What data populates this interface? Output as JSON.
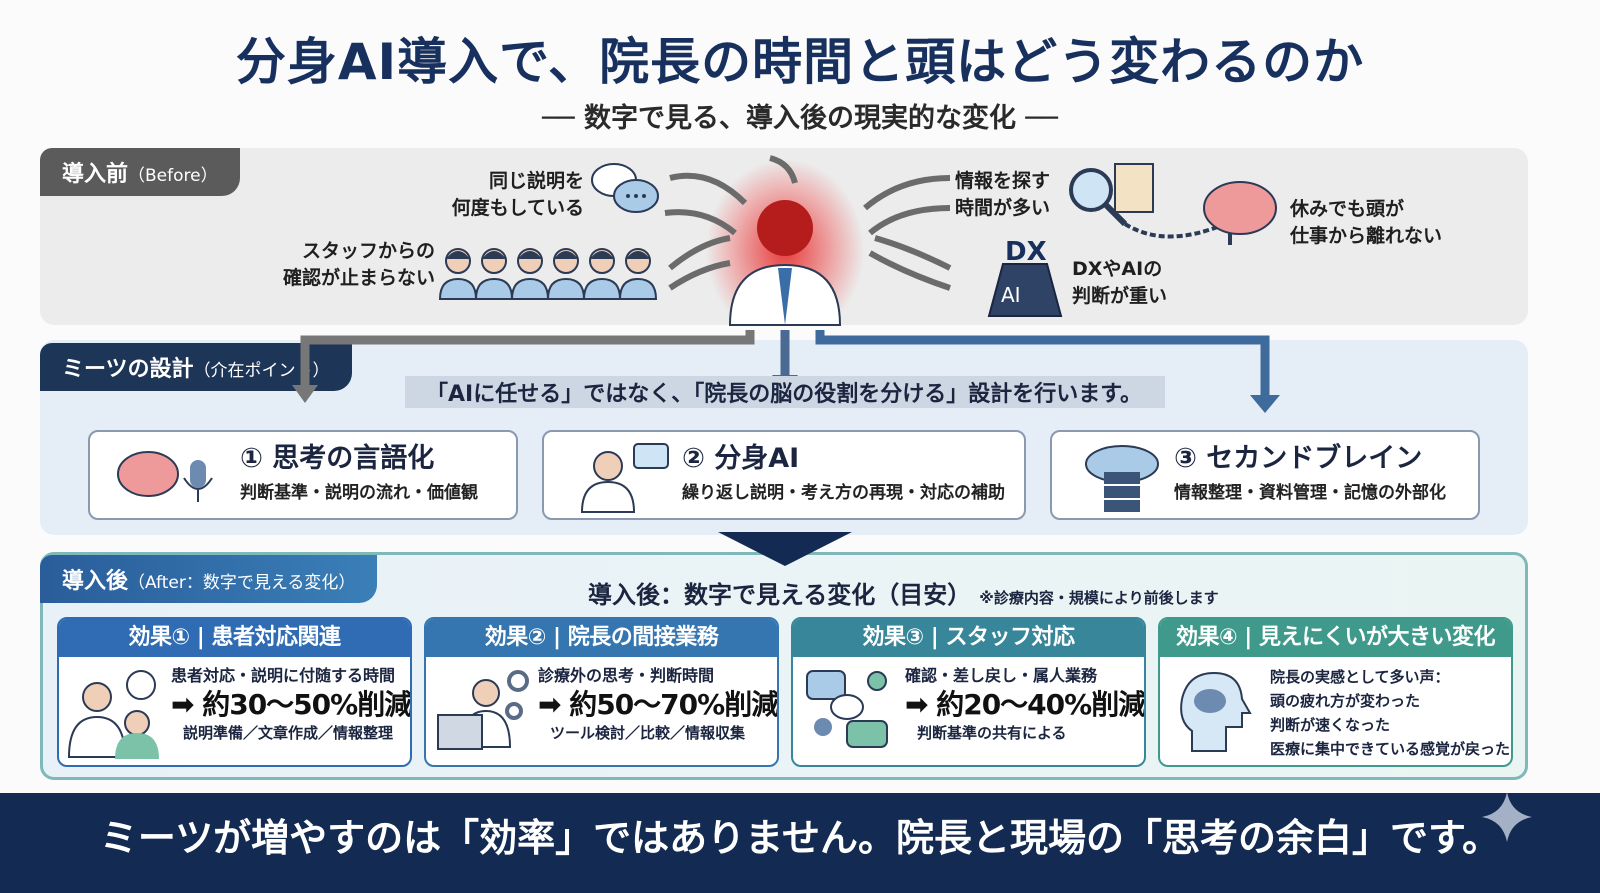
{
  "title": "分身AI導入で、院長の時間と頭はどう変わるのか",
  "subtitle": "── 数字で見る、導入後の現実的な変化 ──",
  "before": {
    "tab": "導入前",
    "tab_sub": "（Before）",
    "pain_points": [
      {
        "line1": "同じ説明を",
        "line2": "何度もしている",
        "icon": "speech-bubbles-icon"
      },
      {
        "line1": "スタッフからの",
        "line2": "確認が止まらない",
        "icon": "staff-group-icon"
      },
      {
        "line1": "情報を探す",
        "line2": "時間が多い",
        "icon": "magnifier-document-icon"
      },
      {
        "line1": "休みでも頭が",
        "line2": "仕事から離れない",
        "icon": "chained-brain-icon"
      },
      {
        "line1": "DXやAIの",
        "line2": "判断が重い",
        "icon": "weight-icon"
      }
    ],
    "weight_top": "DX",
    "weight_label": "AI"
  },
  "design": {
    "tab": "ミーツの設計",
    "tab_sub": "（介在ポイント）",
    "message": "「AIに任せる」ではなく、「院長の脳の役割を分ける」設計を行います。",
    "cards": [
      {
        "title": "① 思考の言語化",
        "sub": "判断基準・説明の流れ・価値観",
        "icon": "brain-microphone-icon"
      },
      {
        "title": "② 分身AI",
        "sub": "繰り返し説明・考え方の再現・対応の補助",
        "icon": "doctor-chat-icon"
      },
      {
        "title": "③ セカンドブレイン",
        "sub": "情報整理・資料管理・記憶の外部化",
        "icon": "cloud-server-icon"
      }
    ]
  },
  "after": {
    "tab": "導入後",
    "tab_sub": "（After：数字で見える変化）",
    "heading": "導入後：数字で見える変化（目安）",
    "note": "※診療内容・規模により前後します",
    "effects": [
      {
        "header": "効果① | 患者対応関連",
        "line1": "患者対応・説明に付随する時間",
        "result": "➡ 約30〜50%削減",
        "detail": "説明準備／文章作成／情報整理",
        "color": "#2f6cb3"
      },
      {
        "header": "効果② | 院長の間接業務",
        "line1": "診療外の思考・判断時間",
        "result": "➡ 約50〜70%削減",
        "detail": "ツール検討／比較／情報収集",
        "color": "#3576b0"
      },
      {
        "header": "効果③ | スタッフ対応",
        "line1": "確認・差し戻し・属人業務",
        "result": "➡ 約20〜40%削減",
        "detail": "判断基準の共有による",
        "color": "#37869a"
      },
      {
        "header": "効果④ | 見えにくいが大きい変化",
        "voices": [
          "院長の実感として多い声：",
          "頭の疲れ方が変わった",
          "判断が速くなった",
          "医療に集中できている感覚が戻った"
        ],
        "color": "#3f9a8c"
      }
    ]
  },
  "footer": "ミーツが増やすのは「効率」ではありません。院長と現場の「思考の余白」です。"
}
